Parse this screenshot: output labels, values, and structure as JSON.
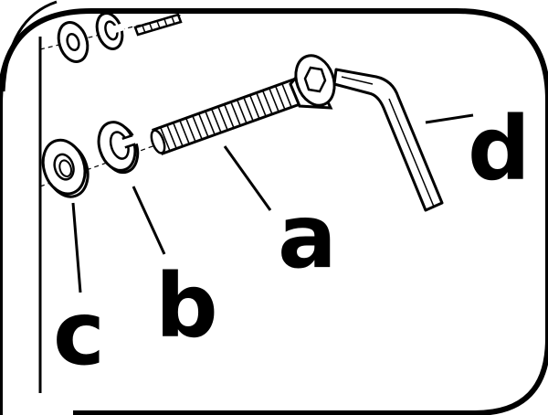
{
  "labels": {
    "a": "a",
    "b": "b",
    "c": "c",
    "d": "d"
  },
  "parts": [
    {
      "id": "a",
      "icon": "bolt-icon"
    },
    {
      "id": "b",
      "icon": "split-lock-washer-icon"
    },
    {
      "id": "c",
      "icon": "flat-washer-icon"
    },
    {
      "id": "d",
      "icon": "hex-key-icon"
    }
  ],
  "colors": {
    "ink": "#000000",
    "paper": "#ffffff"
  }
}
